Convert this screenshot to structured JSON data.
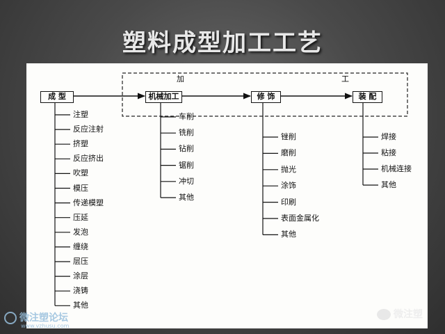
{
  "title": "塑料成型加工工艺",
  "processing_group_chars": [
    "加",
    "工"
  ],
  "root": {
    "label": "成 型",
    "children": [
      "注塑",
      "反应注射",
      "挤塑",
      "反应挤出",
      "吹塑",
      "模压",
      "传递模塑",
      "压延",
      "发泡",
      "缠绕",
      "层压",
      "涂层",
      "浇铸",
      "其他"
    ]
  },
  "machining": {
    "label": "机械加工",
    "children": [
      "车削",
      "铣削",
      "钻削",
      "锯削",
      "冲切",
      "其他"
    ]
  },
  "finishing": {
    "label": "修 饰",
    "children": [
      "锉削",
      "磨削",
      "抛光",
      "涂饰",
      "印刷",
      "表面金属化",
      "其他"
    ]
  },
  "assembly": {
    "label": "装 配",
    "children": [
      "焊接",
      "粘接",
      "机械连接",
      "其他"
    ]
  },
  "watermark_left": {
    "name": "微注塑论坛",
    "url": "www.vzhusu.com"
  },
  "watermark_right": {
    "name": "微注塑"
  }
}
